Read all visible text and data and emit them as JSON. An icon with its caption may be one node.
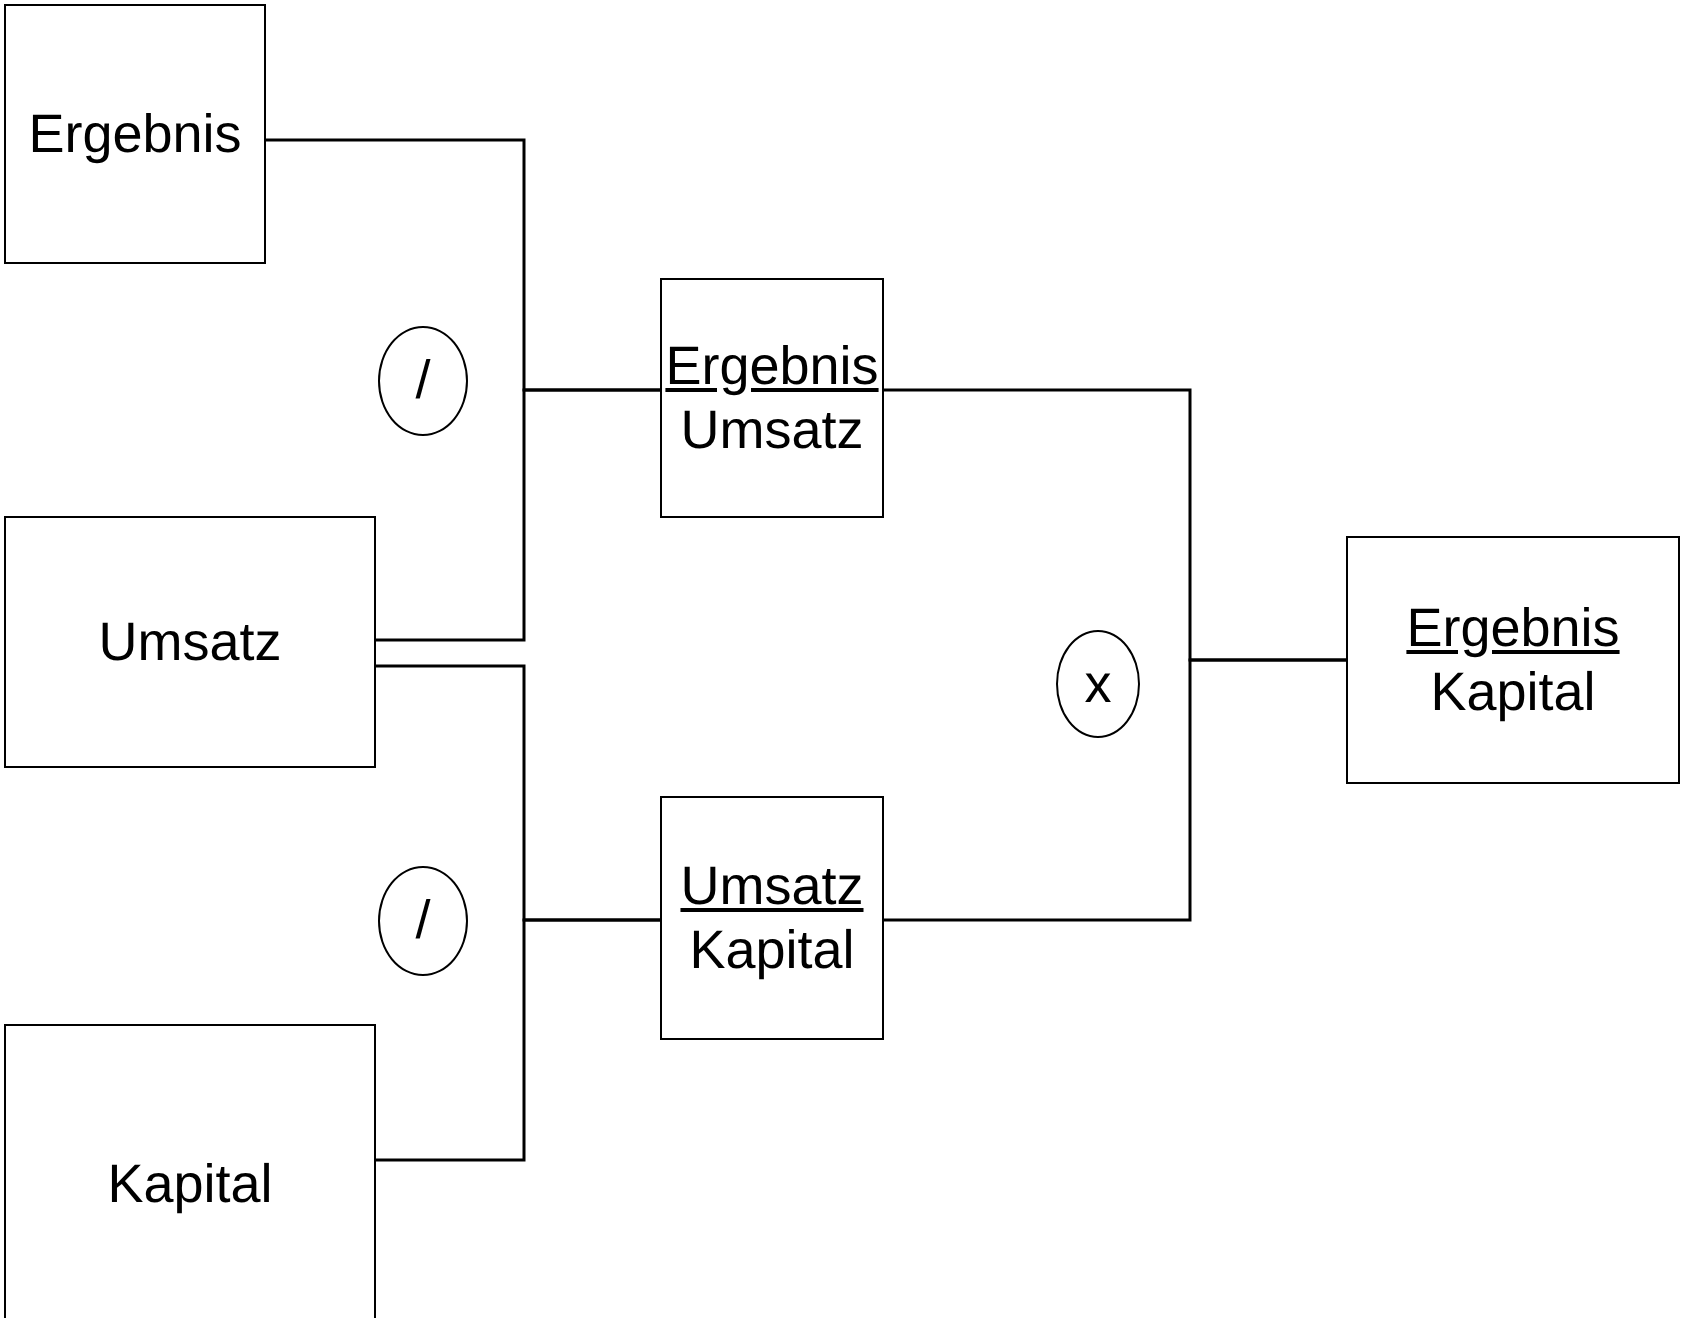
{
  "diagram": {
    "nodes": [
      {
        "text": [
          "Ergebnis"
        ]
      },
      {
        "text": [
          "Umsatz"
        ]
      },
      {
        "text": [
          "Kapital"
        ]
      },
      {
        "text": [
          "/"
        ]
      },
      {
        "text": [
          "Ergebnis",
          "Umsatz"
        ]
      },
      {
        "text": [
          "/"
        ]
      },
      {
        "text": [
          "Umsatz",
          "Kapital"
        ]
      },
      {
        "text": [
          "x"
        ]
      },
      {
        "text": [
          "Ergebnis",
          "Kapital"
        ]
      }
    ],
    "edges": [
      {
        "from": 0,
        "to": 4,
        "arrow": "none"
      },
      {
        "from": 1,
        "to": 4,
        "arrow": "none"
      },
      {
        "from": 1,
        "to": 6,
        "arrow": "none"
      },
      {
        "from": 2,
        "to": 6,
        "arrow": "none"
      },
      {
        "from": 4,
        "to": 8,
        "arrow": "none"
      },
      {
        "from": 6,
        "to": 8,
        "arrow": "none"
      }
    ]
  }
}
